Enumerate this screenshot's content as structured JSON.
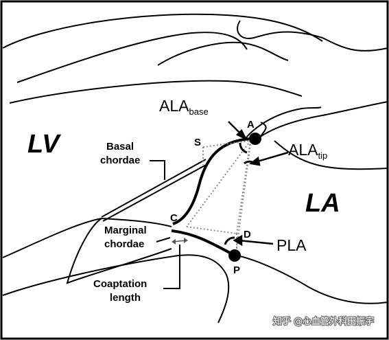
{
  "labels": {
    "lv": "LV",
    "la": "LA",
    "ala_base_main": "ALA",
    "ala_base_sub": "base",
    "ala_tip_main": "ALA",
    "ala_tip_sub": "tip",
    "pla": "PLA",
    "point_a": "A",
    "point_s": "S",
    "point_c": "C",
    "point_d": "D",
    "point_p": "P",
    "basal_line1": "Basal",
    "basal_line2": "chordae",
    "marginal_line1": "Marginal",
    "marginal_line2": "chordae",
    "coapt_line1": "Coaptation",
    "coapt_line2": "length"
  },
  "watermark": "知乎 @心血管外科田振宇",
  "colors": {
    "stroke": "#000000",
    "background": "#ffffff",
    "dotted": "#8a8a8a"
  }
}
